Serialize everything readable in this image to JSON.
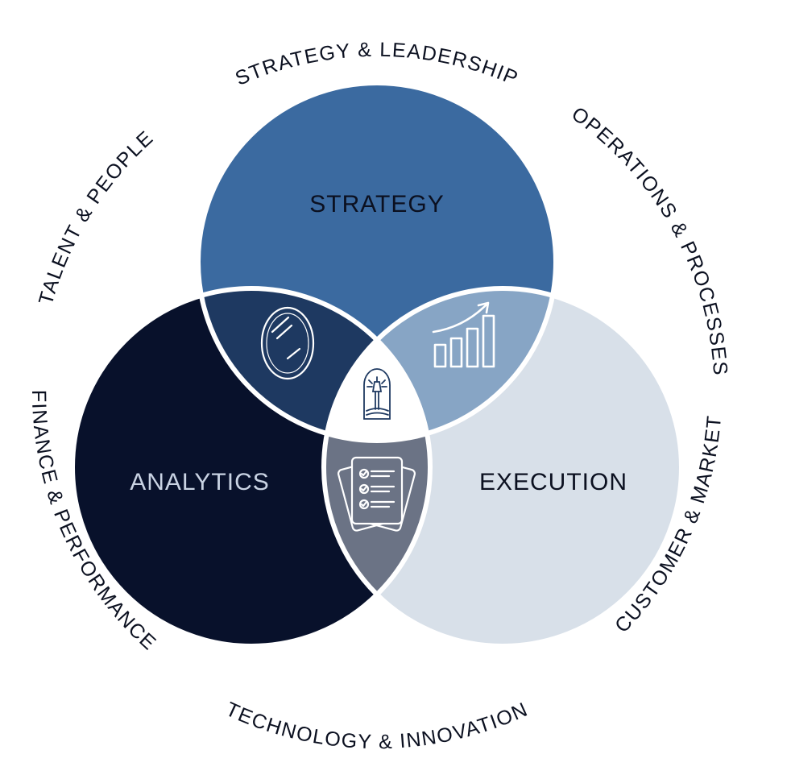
{
  "circles": {
    "strategy": {
      "label": "STRATEGY",
      "fill": "#3b6aa0",
      "text_color": "#0b1020"
    },
    "analytics": {
      "label": "ANALYTICS",
      "fill": "#08112b",
      "text_color": "#c9d3e3"
    },
    "execution": {
      "label": "EXECUTION",
      "fill": "#d8e0e9",
      "text_color": "#0b1020"
    }
  },
  "overlaps": {
    "strategy_analytics": {
      "fill": "#1e3961",
      "icon": "mirror-icon"
    },
    "strategy_execution": {
      "fill": "#87a5c5",
      "icon": "growth-chart-icon"
    },
    "analytics_execution": {
      "fill": "#6b7385",
      "icon": "checklist-icon"
    },
    "center": {
      "fill": "#ffffff",
      "icon": "lighthouse-icon"
    }
  },
  "ring_labels": {
    "strategy_leadership": "STRATEGY & LEADERSHIP",
    "operations_processes": "OPERATIONS & PROCESSES",
    "customer_market": "CUSTOMER & MARKET",
    "technology_innovation": "TECHNOLOGY & INNOVATION",
    "finance_performance": "FINANCE & PERFORMANCE",
    "talent_people": "TALENT & PEOPLE"
  }
}
